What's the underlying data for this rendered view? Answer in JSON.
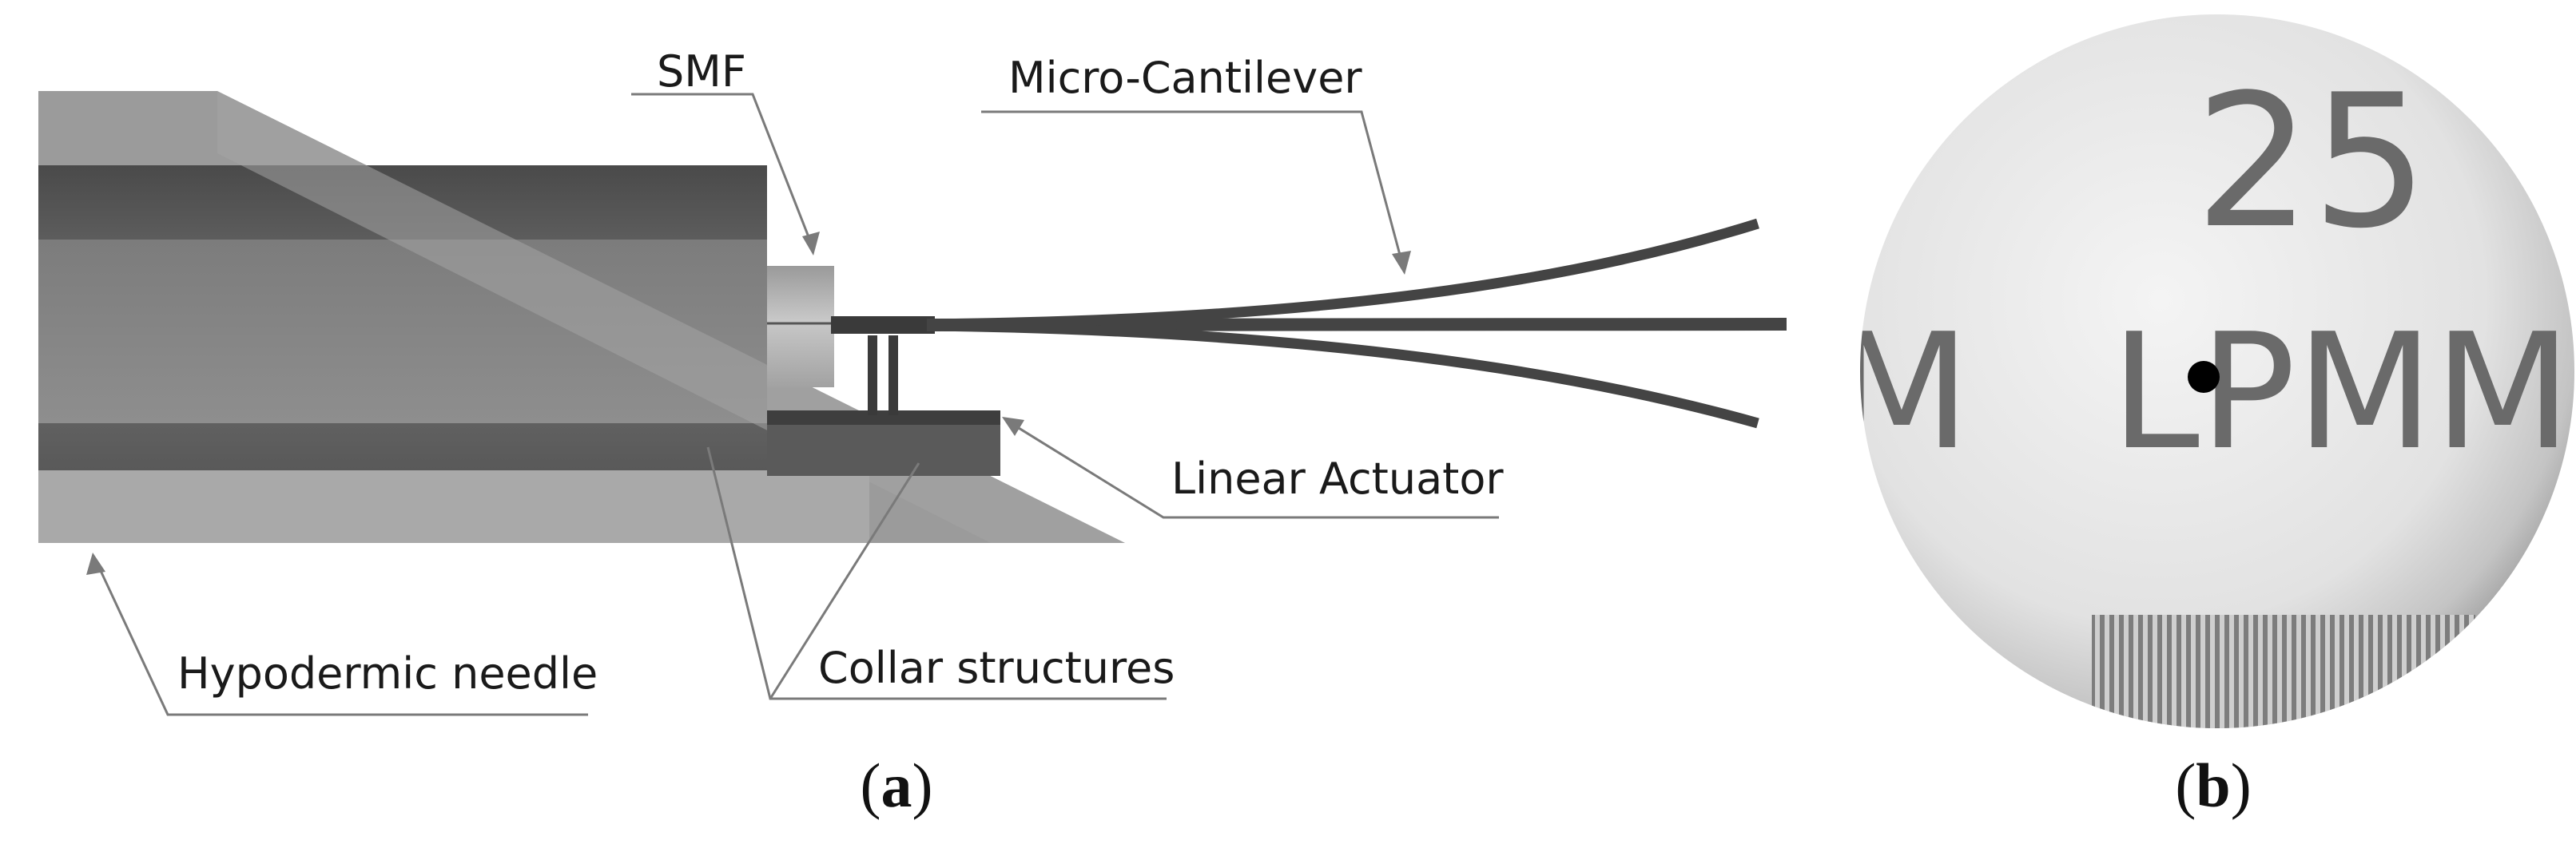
{
  "panel_a": {
    "labels": {
      "smf": "SMF",
      "micro_cantilever": "Micro-Cantilever",
      "linear_actuator": "Linear Actuator",
      "hypodermic_needle": "Hypodermic needle",
      "collar_structures": "Collar structures"
    },
    "caption": {
      "open": "(",
      "letter": "a",
      "close": ")"
    }
  },
  "panel_b": {
    "target_text": {
      "number": "25",
      "center": "LPMM",
      "left_fragment": "M"
    },
    "caption": {
      "open": "(",
      "letter": "b",
      "close": ")"
    }
  }
}
